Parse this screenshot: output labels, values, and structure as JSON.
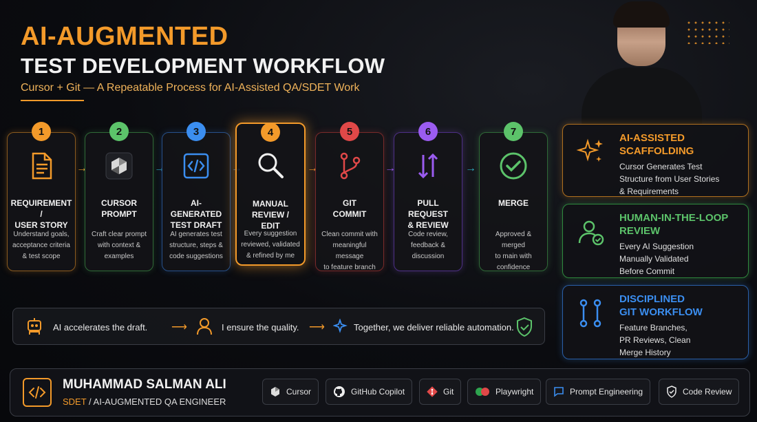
{
  "header": {
    "title_line1": "AI-AUGMENTED",
    "title_line2": "TEST DEVELOPMENT WORKFLOW",
    "subtitle": "Cursor + Git — A Repeatable Process for AI-Assisted QA/SDET Work"
  },
  "colors": {
    "orange": "#f39a2a",
    "green": "#5cc36a",
    "blue": "#3b8ef0",
    "red": "#e04848",
    "purple": "#9b5cf0",
    "teal": "#2fb1c6"
  },
  "steps": [
    {
      "num": "1",
      "label_a": "REQUIREMENT /",
      "label_b": "USER STORY",
      "desc_a": "Understand goals,",
      "desc_b": "acceptance criteria",
      "desc_c": "& test scope",
      "icon": "document-icon",
      "color": "#f39a2a"
    },
    {
      "num": "2",
      "label_a": "CURSOR",
      "label_b": "PROMPT",
      "desc_a": "Craft clear prompt",
      "desc_b": "with context &",
      "desc_c": "examples",
      "icon": "cursor-logo-icon",
      "color": "#5cc36a"
    },
    {
      "num": "3",
      "label_a": "AI-GENERATED",
      "label_b": "TEST DRAFT",
      "desc_a": "AI generates test",
      "desc_b": "structure, steps &",
      "desc_c": "code suggestions",
      "icon": "code-file-icon",
      "color": "#3b8ef0"
    },
    {
      "num": "4",
      "label_a": "MANUAL REVIEW /",
      "label_b": "EDIT",
      "desc_a": "Every suggestion",
      "desc_b": "reviewed, validated",
      "desc_c": "& refined by me",
      "icon": "magnifier-icon",
      "color": "#f39a2a"
    },
    {
      "num": "5",
      "label_a": "GIT",
      "label_b": "COMMIT",
      "desc_a": "Clean commit with",
      "desc_b": "meaningful message",
      "desc_c": "to feature branch",
      "icon": "git-branch-icon",
      "color": "#e04848"
    },
    {
      "num": "6",
      "label_a": "PULL REQUEST",
      "label_b": "& REVIEW",
      "desc_a": "Code review,",
      "desc_b": "feedback &",
      "desc_c": "discussion",
      "icon": "pull-request-icon",
      "color": "#9b5cf0"
    },
    {
      "num": "7",
      "label_a": "MERGE",
      "label_b": "",
      "desc_a": "Approved & merged",
      "desc_b": "to main with",
      "desc_c": "confidence",
      "icon": "check-circle-icon",
      "color": "#5cc36a"
    }
  ],
  "cards": [
    {
      "title_a": "AI-ASSISTED",
      "title_b": "SCAFFOLDING",
      "desc_a": "Cursor Generates Test",
      "desc_b": "Structure from User Stories",
      "desc_c": "& Requirements",
      "icon": "sparkles-icon",
      "color": "#f39a2a"
    },
    {
      "title_a": "HUMAN-IN-THE-LOOP",
      "title_b": "REVIEW",
      "desc_a": "Every AI Suggestion",
      "desc_b": "Manually Validated",
      "desc_c": "Before Commit",
      "icon": "user-check-icon",
      "color": "#5cc36a"
    },
    {
      "title_a": "DISCIPLINED",
      "title_b": "GIT WORKFLOW",
      "desc_a": "Feature Branches,",
      "desc_b": "PR Reviews, Clean",
      "desc_c": "Merge History",
      "icon": "git-branches-icon",
      "color": "#3b8ef0"
    }
  ],
  "tagline": {
    "part1": "AI accelerates the draft.",
    "part2": "I ensure the quality.",
    "part3": "Together, we deliver reliable automation."
  },
  "footer": {
    "name": "MUHAMMAD SALMAN ALI",
    "role_accent": "SDET",
    "role_rest": " / AI-AUGMENTED QA ENGINEER",
    "chips": [
      {
        "label": "Cursor",
        "icon": "cursor-logo-icon"
      },
      {
        "label": "GitHub Copilot",
        "icon": "github-icon"
      },
      {
        "label": "Git",
        "icon": "git-icon"
      },
      {
        "label": "Playwright",
        "icon": "playwright-icon"
      },
      {
        "label": "Prompt Engineering",
        "icon": "chat-icon"
      },
      {
        "label": "Code Review",
        "icon": "shield-check-icon"
      }
    ]
  }
}
